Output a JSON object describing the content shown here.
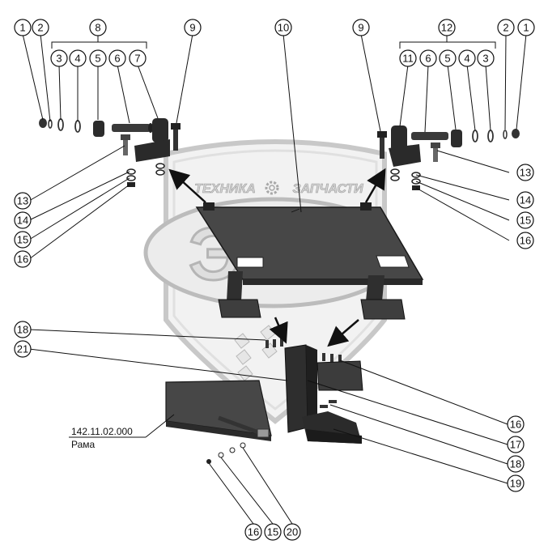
{
  "watermark": {
    "text_left": "ТЕХНИКА",
    "text_right": "ЗАПЧАСТИ",
    "logo_letters": "ЭПФ"
  },
  "assembly_label": {
    "number": "142.11.02.000",
    "name": "Рама"
  },
  "callouts": {
    "c1a": "1",
    "c2a": "2",
    "c8": "8",
    "c9a": "9",
    "c10": "10",
    "c3a": "3",
    "c4a": "4",
    "c5a": "5",
    "c6a": "6",
    "c7": "7",
    "c9b": "9",
    "c12": "12",
    "c2b": "2",
    "c1b": "1",
    "c11": "11",
    "c6b": "6",
    "c5b": "5",
    "c4b": "4",
    "c3b": "3",
    "c13a": "13",
    "c14a": "14",
    "c15a": "15",
    "c16a": "16",
    "c13b": "13",
    "c14b": "14",
    "c15b": "15",
    "c16b": "16",
    "c18a": "18",
    "c21": "21",
    "c16c": "16",
    "c17": "17",
    "c18b": "18",
    "c19": "19",
    "c16d": "16",
    "c15c": "15",
    "c20": "20"
  }
}
